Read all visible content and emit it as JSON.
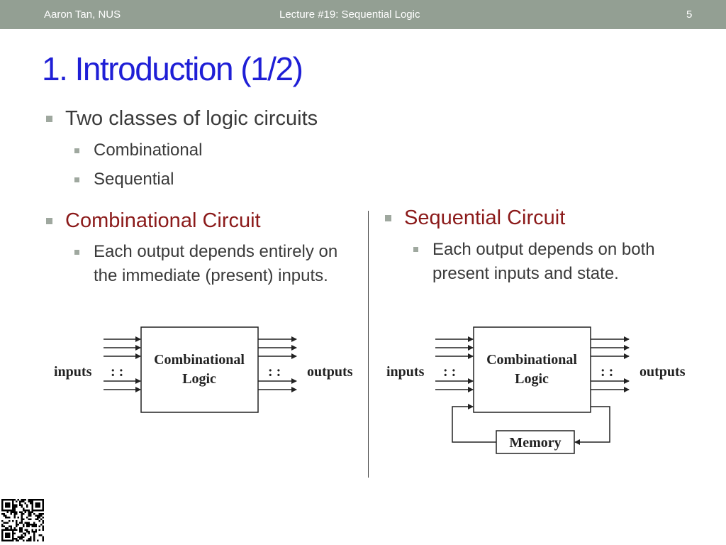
{
  "header": {
    "author": "Aaron Tan, NUS",
    "lecture": "Lecture #19: Sequential Logic",
    "page": "5"
  },
  "title": "1. Introduction (1/2)",
  "intro": {
    "main": "Two classes of logic circuits",
    "items": [
      "Combinational",
      "Sequential"
    ]
  },
  "left": {
    "heading": "Combinational Circuit",
    "detail": "Each output depends entirely on the immediate (present) inputs."
  },
  "right": {
    "heading": "Sequential Circuit",
    "detail": "Each output depends on both present inputs and state."
  },
  "diagram_left": {
    "inputs_label": "inputs",
    "dots_in": ": :",
    "box_line1": "Combinational",
    "box_line2": "Logic",
    "dots_out": ": :",
    "outputs_label": "outputs"
  },
  "diagram_right": {
    "inputs_label": "inputs",
    "dots_in": ": :",
    "box_line1": "Combinational",
    "box_line2": "Logic",
    "dots_out": ": :",
    "outputs_label": "outputs",
    "memory_label": "Memory"
  },
  "colors": {
    "header_bg": "#939f93",
    "title": "#1f1fd6",
    "heading_red": "#8b1a1a",
    "bullet": "#9fa89f"
  }
}
